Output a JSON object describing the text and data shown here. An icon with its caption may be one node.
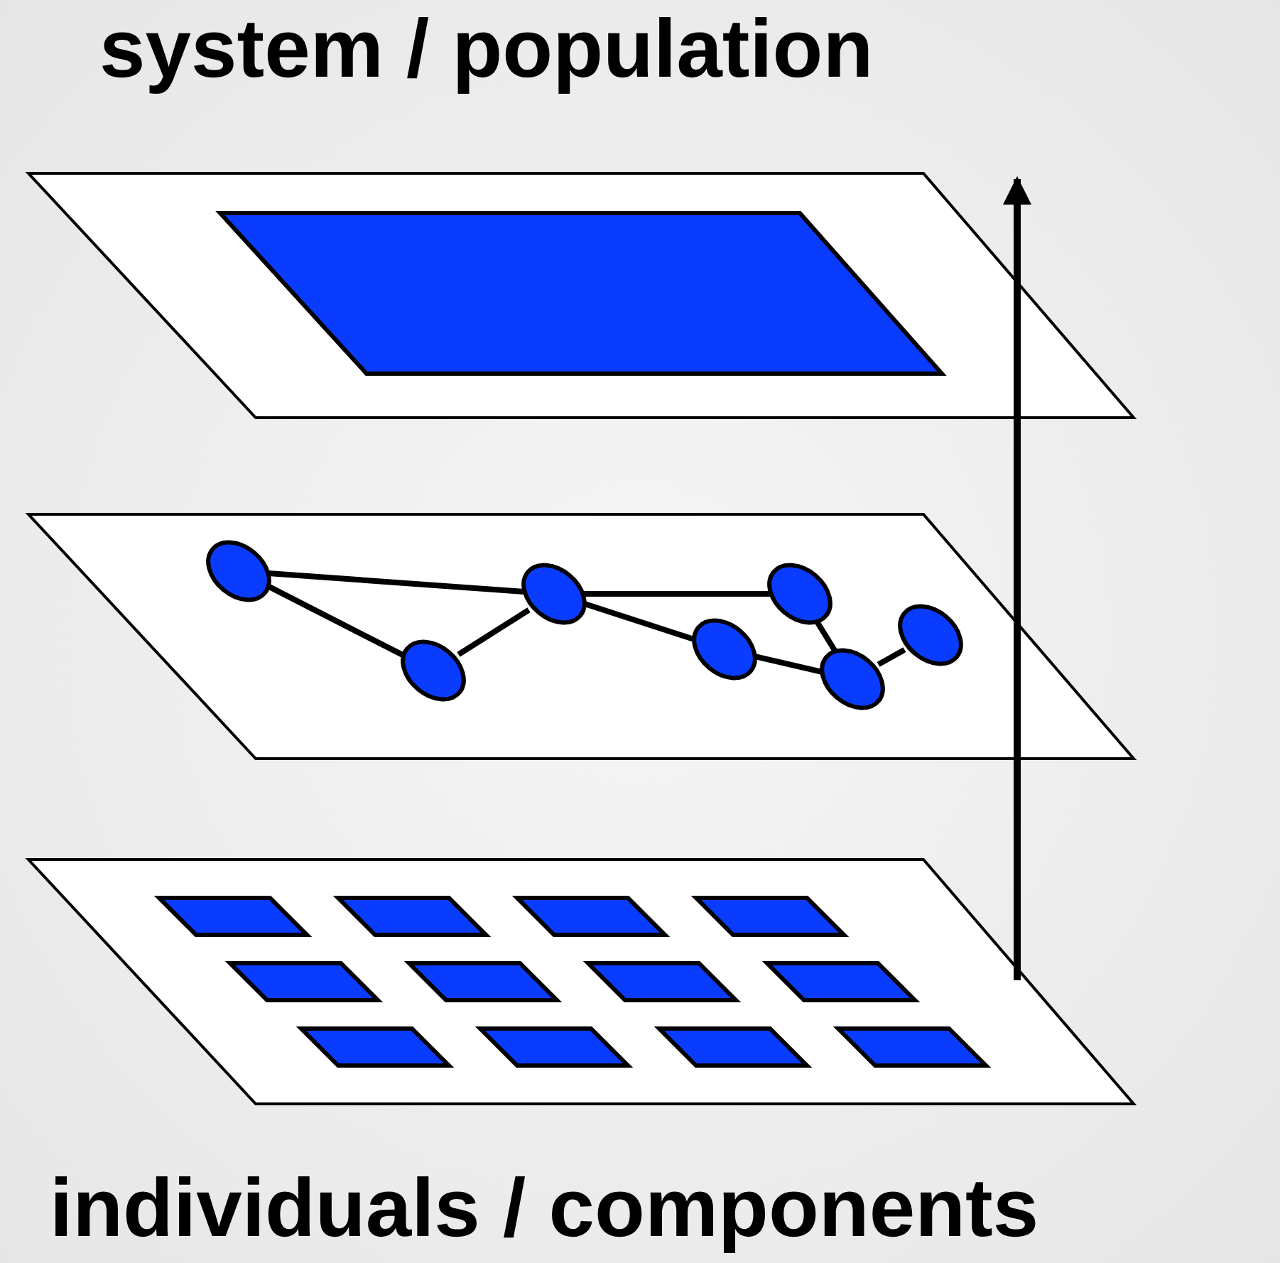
{
  "diagram": {
    "nodes": [
      {
        "text": [],
        "shape": "ellipse"
      },
      {
        "text": [],
        "shape": "ellipse"
      },
      {
        "text": [],
        "shape": "ellipse"
      },
      {
        "text": [],
        "shape": "ellipse"
      },
      {
        "text": [],
        "shape": "ellipse"
      },
      {
        "text": [],
        "shape": "ellipse"
      },
      {
        "text": [],
        "shape": "ellipse"
      }
    ],
    "edges": [
      {
        "from": 0,
        "to": 2,
        "arrow": "none"
      },
      {
        "from": 0,
        "to": 1,
        "arrow": "none"
      },
      {
        "from": 2,
        "to": 1,
        "arrow": "none"
      },
      {
        "from": 1,
        "to": 3,
        "arrow": "none"
      },
      {
        "from": 1,
        "to": 4,
        "arrow": "none"
      },
      {
        "from": 4,
        "to": 5,
        "arrow": "none"
      },
      {
        "from": 3,
        "to": 5,
        "arrow": "none"
      },
      {
        "from": 5,
        "to": 6,
        "arrow": "none"
      }
    ],
    "labels": [
      "system / population",
      "individuals / components"
    ]
  }
}
